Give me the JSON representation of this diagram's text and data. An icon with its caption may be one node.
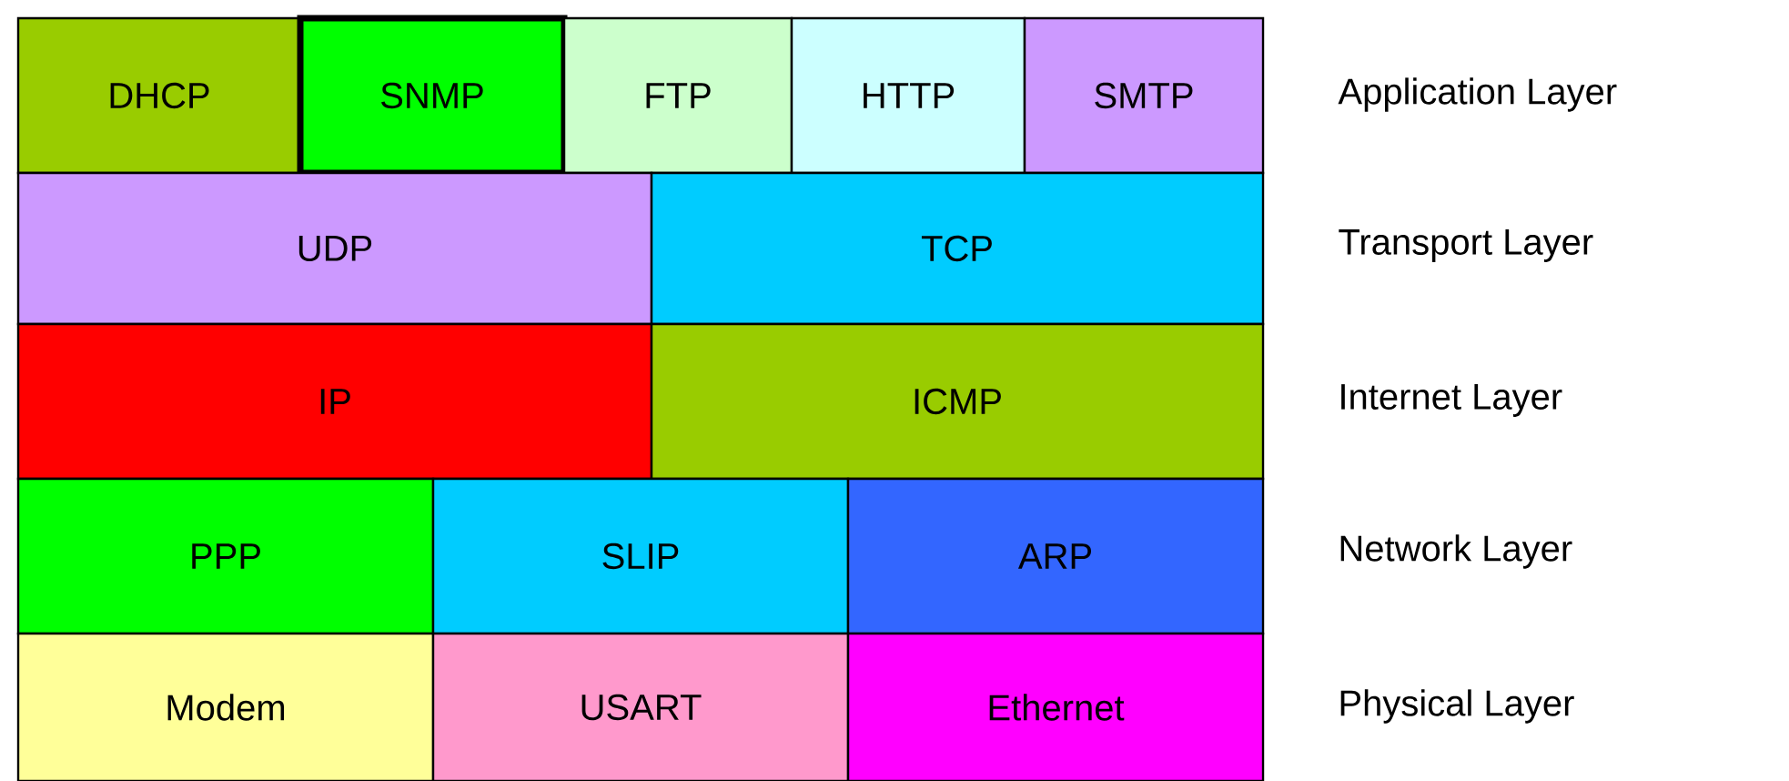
{
  "diagram": {
    "nodes": [
      {
        "text": [
          "DHCP"
        ]
      },
      {
        "text": [
          "SNMP"
        ]
      },
      {
        "text": [
          "FTP"
        ]
      },
      {
        "text": [
          "HTTP"
        ]
      },
      {
        "text": [
          "SMTP"
        ]
      },
      {
        "text": [
          "UDP"
        ]
      },
      {
        "text": [
          "TCP"
        ]
      },
      {
        "text": [
          "IP"
        ]
      },
      {
        "text": [
          "ICMP"
        ]
      },
      {
        "text": [
          "PPP"
        ]
      },
      {
        "text": [
          "SLIP"
        ]
      },
      {
        "text": [
          "ARP"
        ]
      },
      {
        "text": [
          "Modem"
        ]
      },
      {
        "text": [
          "USART"
        ]
      },
      {
        "text": [
          "Ethernet"
        ]
      }
    ],
    "labels": [
      "Application Layer",
      "Transport Layer",
      "Internet Layer",
      "Network Layer",
      "Physical Layer"
    ]
  }
}
